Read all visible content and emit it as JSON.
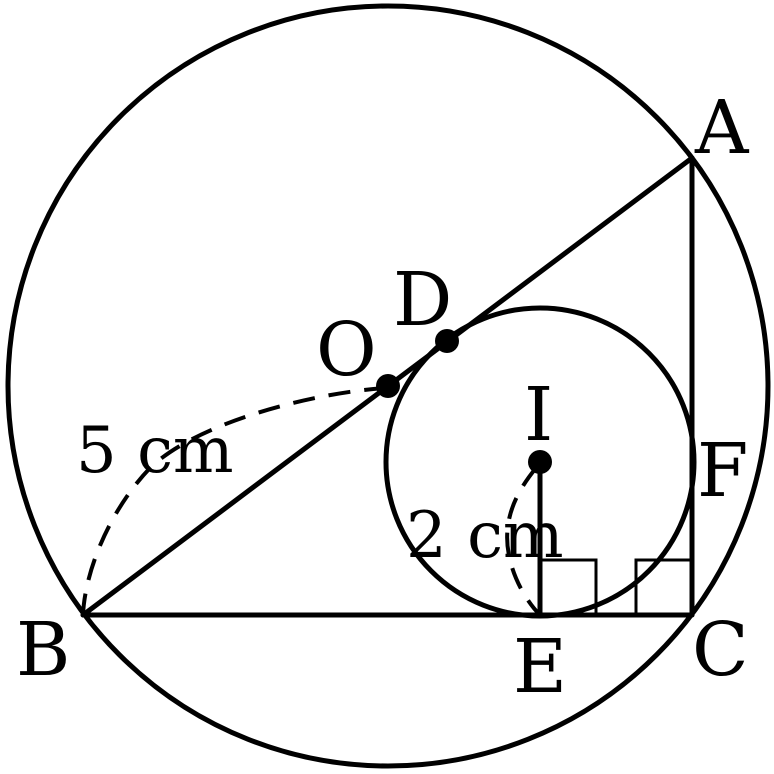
{
  "points": {
    "A": "A",
    "B": "B",
    "C": "C",
    "D": "D",
    "E": "E",
    "F": "F",
    "I": "I",
    "O": "O"
  },
  "measurements": {
    "circumradius": "5 cm",
    "inradius": "2 cm"
  }
}
